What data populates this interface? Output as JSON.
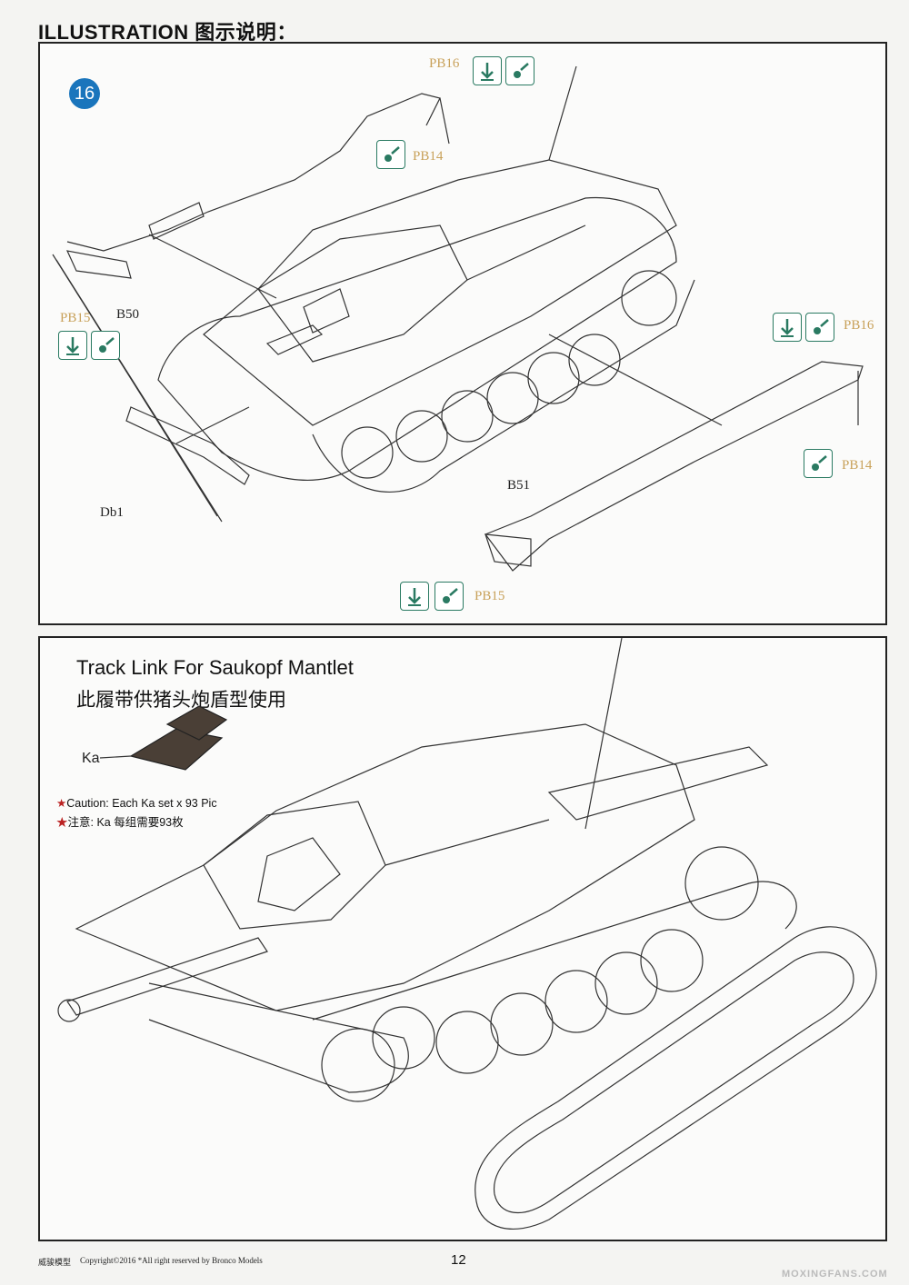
{
  "header": {
    "title": "ILLUSTRATION 图示说明："
  },
  "step1": {
    "number": "16",
    "labels": {
      "pb16_top": "PB16",
      "pb14_top": "PB14",
      "pb15_left": "PB15",
      "b50": "B50",
      "db1": "Db1",
      "pb16_right": "PB16",
      "pb14_right": "PB14",
      "b51": "B51",
      "pb15_bottom": "PB15"
    }
  },
  "step2": {
    "title_en": "Track Link For Saukopf Mantlet",
    "title_cn": "此履带供猪头炮盾型使用",
    "ka_label": "Ka",
    "caution_en": "Caution: Each Ka set x 93 Pic",
    "caution_cn": "注意: Ka 每组需要93枚"
  },
  "footer": {
    "brand_cn": "威骏模型",
    "copyright": "Copyright©2016  *All right reserved by Bronco Models",
    "page": "12",
    "watermark": "MOXINGFANS.COM"
  },
  "colors": {
    "step_badge": "#1a75bc",
    "icon_border": "#2a7a62",
    "part_label": "#c8a15a",
    "caution_star": "#b22222"
  }
}
